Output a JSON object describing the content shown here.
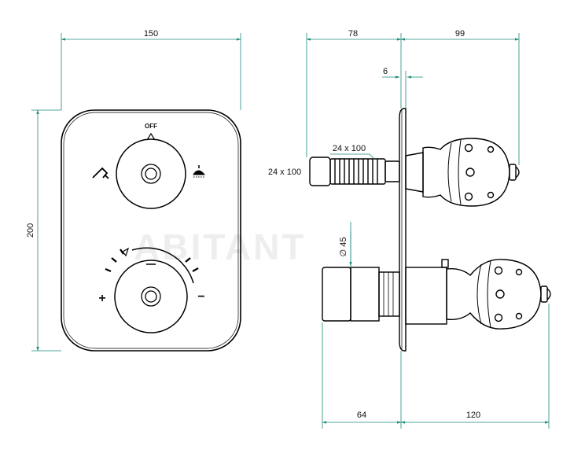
{
  "front_view": {
    "width_label": "150",
    "height_label": "200",
    "off_label": "OFF",
    "plus_symbol": "+",
    "minus_symbol": "−"
  },
  "side_view": {
    "depth_label": "78",
    "handle_length_label": "99",
    "offset_label": "6",
    "square_label_top": "24 x 100",
    "square_label_left": "24 x 100",
    "diameter_label": "∅ 45",
    "lower_depth_label": "64",
    "lower_handle_label": "120"
  },
  "watermark": "ABITANT",
  "colors": {
    "line": "#000000",
    "dimension": "#1a8a7a"
  }
}
